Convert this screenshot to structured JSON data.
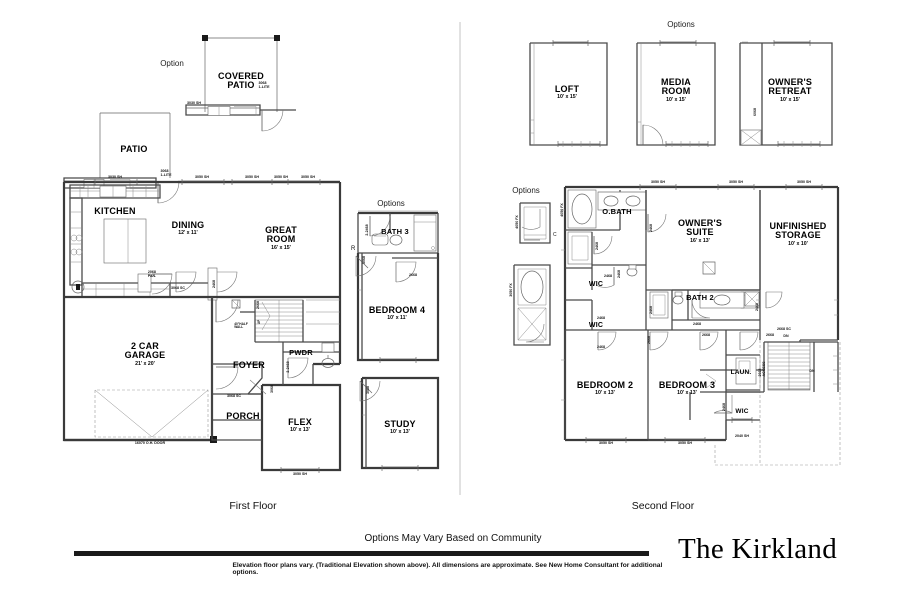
{
  "sheet": {
    "brand_title": "The Kirkland",
    "community_note": "Options May Vary Based on Community",
    "disclaimer": "Elevation floor plans vary. (Traditional Elevation shown above). All dimensions are approximate. See New Home Consultant for additional options.",
    "first_floor_caption": "First Floor",
    "second_floor_caption": "Second Floor"
  },
  "option_headers": {
    "first_floor_patio": "Option",
    "first_floor_right": "Options",
    "second_floor_top": "Options",
    "second_floor_left": "Options"
  },
  "first_floor": {
    "rooms": [
      {
        "name": "COVERED PATIO",
        "line1": "COVERED",
        "line2": "PATIO",
        "dim": ""
      },
      {
        "name": "PATIO",
        "line1": "PATIO",
        "line2": "",
        "dim": ""
      },
      {
        "name": "KITCHEN",
        "line1": "KITCHEN",
        "line2": "",
        "dim": ""
      },
      {
        "name": "DINING",
        "line1": "DINING",
        "line2": "",
        "dim": "12' x 11'"
      },
      {
        "name": "GREAT ROOM",
        "line1": "GREAT",
        "line2": "ROOM",
        "dim": "16' x 15'"
      },
      {
        "name": "2 CAR GARAGE",
        "line1": "2 CAR",
        "line2": "GARAGE",
        "dim": "21' x 20'"
      },
      {
        "name": "FOYER",
        "line1": "FOYER",
        "line2": "",
        "dim": ""
      },
      {
        "name": "PWDR",
        "line1": "PWDR",
        "line2": "",
        "dim": ""
      },
      {
        "name": "PORCH",
        "line1": "PORCH",
        "line2": "",
        "dim": ""
      },
      {
        "name": "FLEX",
        "line1": "FLEX",
        "line2": "",
        "dim": "10' x 13'"
      },
      {
        "name": "BATH 3",
        "line1": "BATH 3",
        "line2": "",
        "dim": ""
      },
      {
        "name": "BEDROOM 4",
        "line1": "BEDROOM 4",
        "line2": "",
        "dim": "10' x 11'"
      },
      {
        "name": "STUDY",
        "line1": "STUDY",
        "line2": "",
        "dim": "10' x 13'"
      }
    ],
    "annotations": [
      "3030 SH",
      "3068 1-LITE",
      "3050 SH",
      "3050 SH",
      "3050 SH",
      "3050 SH",
      "2068 PAN.",
      "3068 SC",
      "2468",
      "2668",
      "40\" HALF WALL",
      "UP",
      "DN",
      "2-2468",
      "3068",
      "3068 SC",
      "16070 O.H. DOOR",
      "3050 SH",
      "R",
      "2468",
      "2668",
      "3068"
    ],
    "garage_door_label": "16070 O.H. DOOR",
    "half_wall_label": "40\" HALF WALL",
    "stair_label": "UP",
    "pantry_label": "2068 PAN."
  },
  "second_floor": {
    "option_rooms": [
      {
        "name": "LOFT",
        "line1": "LOFT",
        "line2": "",
        "dim": "10' x 15'"
      },
      {
        "name": "MEDIA ROOM",
        "line1": "MEDIA",
        "line2": "ROOM",
        "dim": "10' x 15'"
      },
      {
        "name": "OWNER'S RETREAT",
        "line1": "OWNER'S",
        "line2": "RETREAT",
        "dim": "10' x 15'"
      }
    ],
    "rooms": [
      {
        "name": "O.BATH",
        "line1": "O.BATH",
        "line2": "",
        "dim": ""
      },
      {
        "name": "OWNER'S SUITE",
        "line1": "OWNER'S",
        "line2": "SUITE",
        "dim": "16' x 13'"
      },
      {
        "name": "UNFINISHED STORAGE",
        "line1": "UNFINISHED",
        "line2": "STORAGE",
        "dim": "10' x 10'"
      },
      {
        "name": "WIC",
        "line1": "WIC",
        "line2": "",
        "dim": ""
      },
      {
        "name": "WIC",
        "line1": "WIC",
        "line2": "",
        "dim": ""
      },
      {
        "name": "BATH 2",
        "line1": "BATH 2",
        "line2": "",
        "dim": ""
      },
      {
        "name": "BEDROOM 2",
        "line1": "BEDROOM 2",
        "line2": "",
        "dim": "10' x 13'"
      },
      {
        "name": "BEDROOM 3",
        "line1": "BEDROOM 3",
        "line2": "",
        "dim": "10' x 13'"
      },
      {
        "name": "LAUN.",
        "line1": "LAUN.",
        "line2": "",
        "dim": ""
      },
      {
        "name": "WIC",
        "line1": "WIC",
        "line2": "",
        "dim": ""
      }
    ],
    "annotations": [
      "3050 SH",
      "3050 SH",
      "3050 SH",
      "4050 FX",
      "4050 FX",
      "3050 FX",
      "2468",
      "2468",
      "2468",
      "2468",
      "2468",
      "2468",
      "2668",
      "2668",
      "2668 SC",
      "DN",
      "DN",
      "2668 ACCESS",
      "3050 SH",
      "3050 SH",
      "2040 SH",
      "C",
      "6068"
    ],
    "storage_door_label": "2668 SC",
    "attic_access_label": "2668 ACCESS",
    "stair_down_label": "DN"
  }
}
